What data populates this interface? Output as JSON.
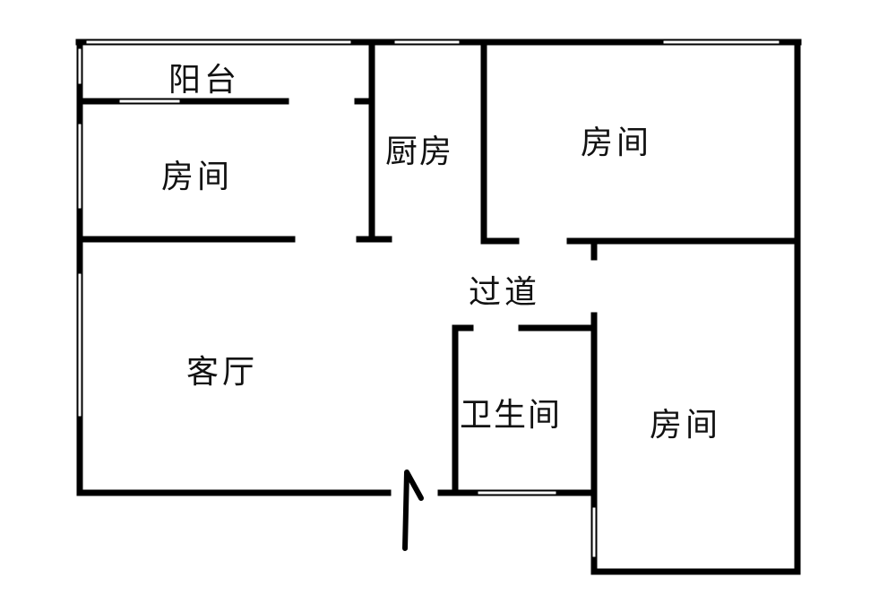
{
  "rooms": {
    "balcony": "阳台",
    "bedroom_left": "房间",
    "kitchen": "厨房",
    "bedroom_top_right": "房间",
    "corridor": "过道",
    "living_room": "客厅",
    "bathroom": "卫生间",
    "bedroom_bottom_right": "房间"
  },
  "colors": {
    "wall": "#000000",
    "window": "#ffffff",
    "background": "#ffffff"
  }
}
